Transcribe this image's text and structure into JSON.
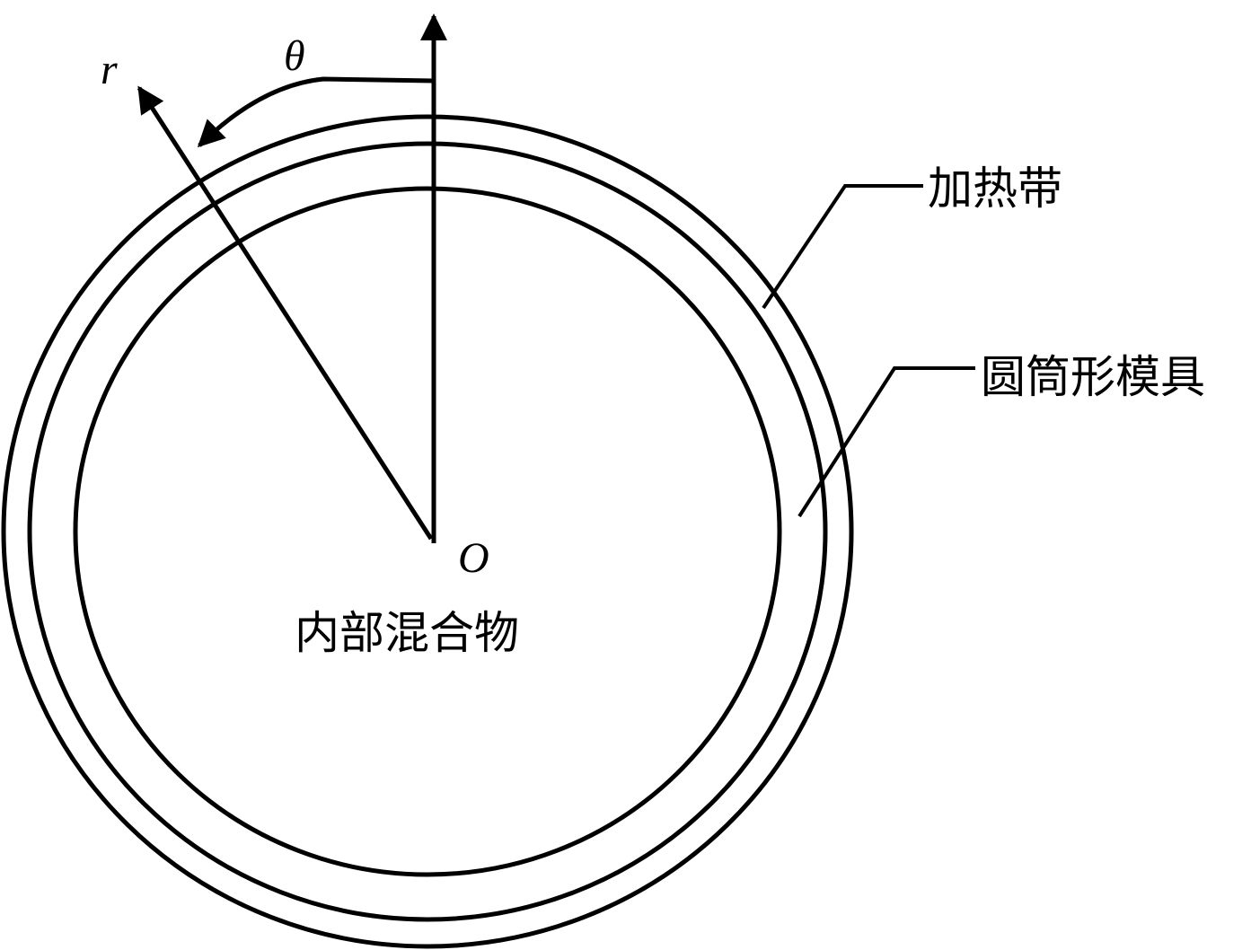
{
  "diagram": {
    "labels": {
      "radial_axis": "r",
      "angle_axis": "θ",
      "origin": "O",
      "inner_mixture": "内部混合物",
      "heating_band": "加热带",
      "cylindrical_mold": "圆筒形模具"
    },
    "colors": {
      "stroke": "#000000",
      "background": "#ffffff"
    }
  }
}
